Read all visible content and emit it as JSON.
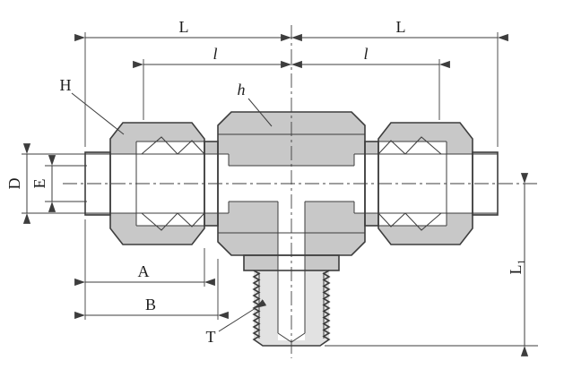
{
  "diagram": {
    "labels": {
      "length_left": "L",
      "length_right": "L",
      "inner_length_left": "l",
      "inner_length_right": "l",
      "nut_hex": "H",
      "body_hex": "h",
      "diameter_outer": "D",
      "diameter_inner": "E",
      "dim_A": "A",
      "dim_B": "B",
      "thread": "T",
      "branch_length_main": "L",
      "branch_length_subscript": "1"
    },
    "colors": {
      "line": "#3d3d3d",
      "metal_fill": "#c8c8c8",
      "thread_fill": "#e2e2e2",
      "background": "#ffffff"
    }
  }
}
